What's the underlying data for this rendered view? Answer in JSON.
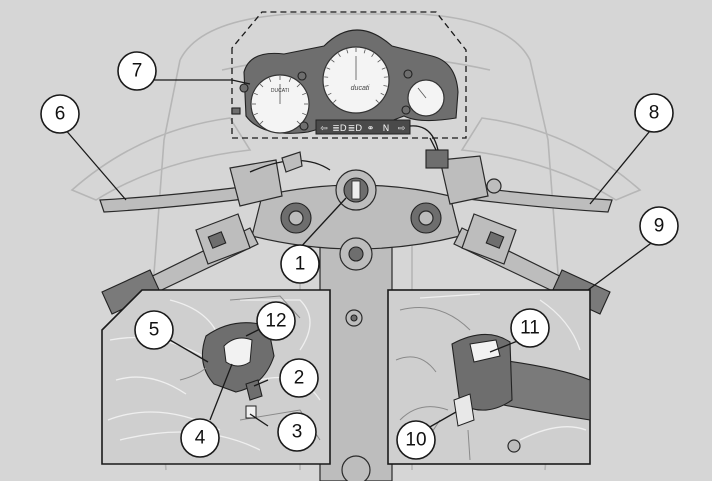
{
  "callouts": [
    {
      "label": "1"
    },
    {
      "label": "2"
    },
    {
      "label": "3"
    },
    {
      "label": "4"
    },
    {
      "label": "5"
    },
    {
      "label": "6"
    },
    {
      "label": "7"
    },
    {
      "label": "8"
    },
    {
      "label": "9"
    },
    {
      "label": "10"
    },
    {
      "label": "11"
    },
    {
      "label": "12"
    }
  ],
  "indicator_glyphs": [
    "⇦",
    "≣D",
    "≣D",
    "⚭",
    "N",
    "⇨"
  ],
  "gauge_text": {
    "tach_brand": "DUCATI",
    "speedo_brand": "ducati"
  },
  "colors": {
    "background": "#d6d6d6",
    "line": "#1a1a1a",
    "ghost": "#b6b6b6",
    "callout_fill": "#ffffff"
  }
}
